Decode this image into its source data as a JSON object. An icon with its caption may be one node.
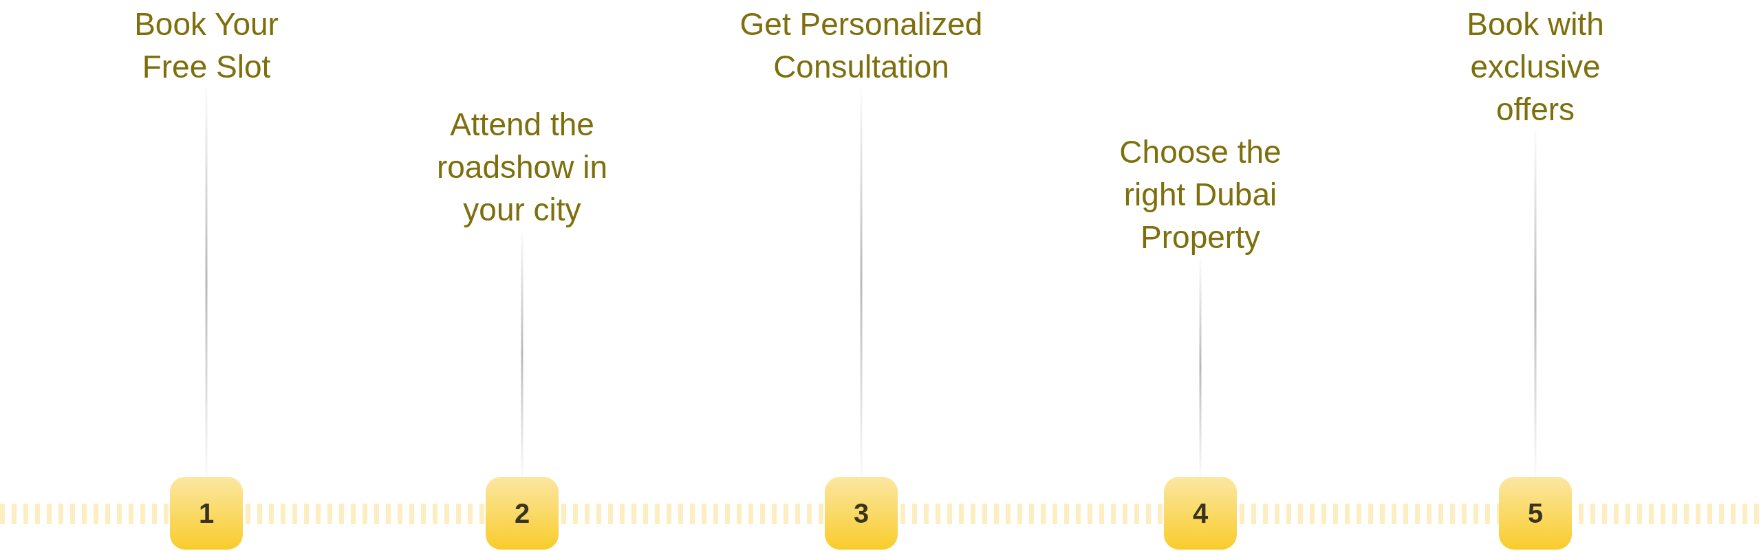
{
  "diagram": {
    "nodes": [
      {
        "text": [
          "Book Your Free Slot"
        ]
      },
      {
        "text": [
          "Attend the roadshow in your city"
        ]
      },
      {
        "text": [
          "Get Personalized Consultation"
        ]
      },
      {
        "text": [
          "Choose the right Dubai Property"
        ]
      },
      {
        "text": [
          "Book with exclusive offers"
        ]
      },
      {
        "text": [
          "1"
        ]
      },
      {
        "text": [
          "2"
        ]
      },
      {
        "text": [
          "3"
        ]
      },
      {
        "text": [
          "4"
        ]
      },
      {
        "text": [
          "5"
        ]
      }
    ],
    "edges": [
      {
        "from": 0,
        "to": 5,
        "arrow": "none"
      },
      {
        "from": 1,
        "to": 6,
        "arrow": "none"
      },
      {
        "from": 2,
        "to": 7,
        "arrow": "none"
      },
      {
        "from": 3,
        "to": 8,
        "arrow": "none"
      },
      {
        "from": 4,
        "to": 9,
        "arrow": "none"
      }
    ]
  }
}
